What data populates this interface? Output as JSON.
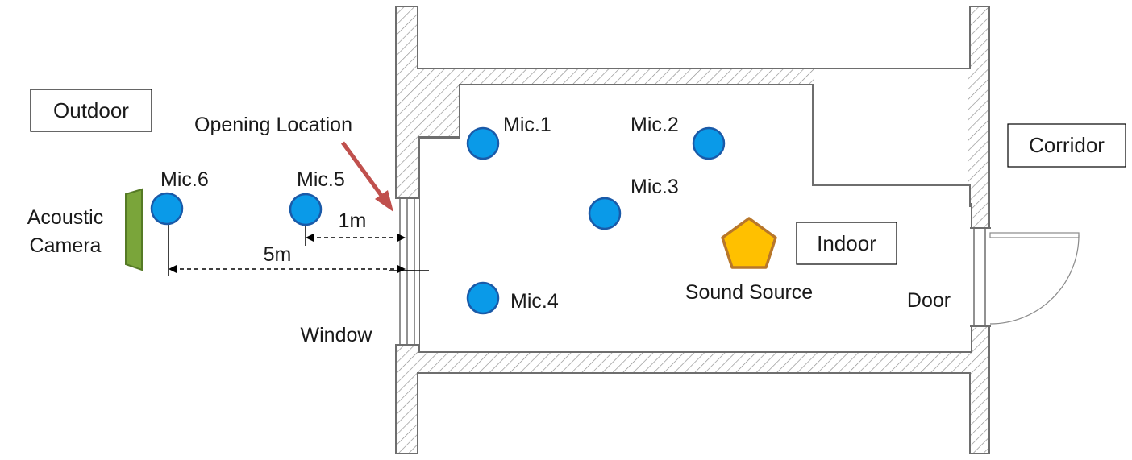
{
  "labels": {
    "outdoor": "Outdoor",
    "corridor": "Corridor",
    "indoor": "Indoor",
    "opening_location": "Opening Location",
    "acoustic_camera_line1": "Acoustic",
    "acoustic_camera_line2": "Camera",
    "window": "Window",
    "door": "Door",
    "sound_source": "Sound Source",
    "dist_1m": "1m",
    "dist_5m": "5m"
  },
  "mics": [
    {
      "label": "Mic.1"
    },
    {
      "label": "Mic.2"
    },
    {
      "label": "Mic.3"
    },
    {
      "label": "Mic.4"
    },
    {
      "label": "Mic.5"
    },
    {
      "label": "Mic.6"
    }
  ],
  "colors": {
    "mic_fill": "#0a9ae8",
    "mic_stroke": "#1a5aa8",
    "source_fill": "#ffc000",
    "source_stroke": "#b8772a",
    "camera_fill": "#7aa53a",
    "camera_stroke": "#557a25",
    "arrow": "#c0504d",
    "wall": "#6e6e6e"
  }
}
